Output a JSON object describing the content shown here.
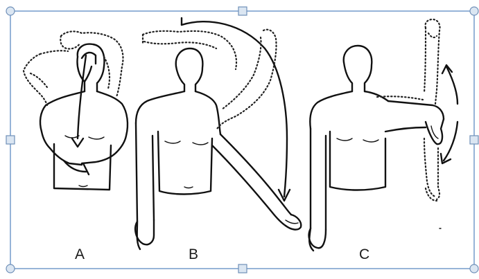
{
  "figure": {
    "panels": [
      {
        "id": "A",
        "label": "A"
      },
      {
        "id": "B",
        "label": "B"
      },
      {
        "id": "C",
        "label": "C"
      }
    ]
  },
  "selection": {
    "frame_color": "#4f81bd",
    "handle_fill": "#dbe6f2",
    "handles": [
      "corner-top-left",
      "top-middle",
      "corner-top-right",
      "left-middle",
      "right-middle",
      "corner-bottom-left",
      "bottom-middle",
      "corner-bottom-right"
    ]
  }
}
